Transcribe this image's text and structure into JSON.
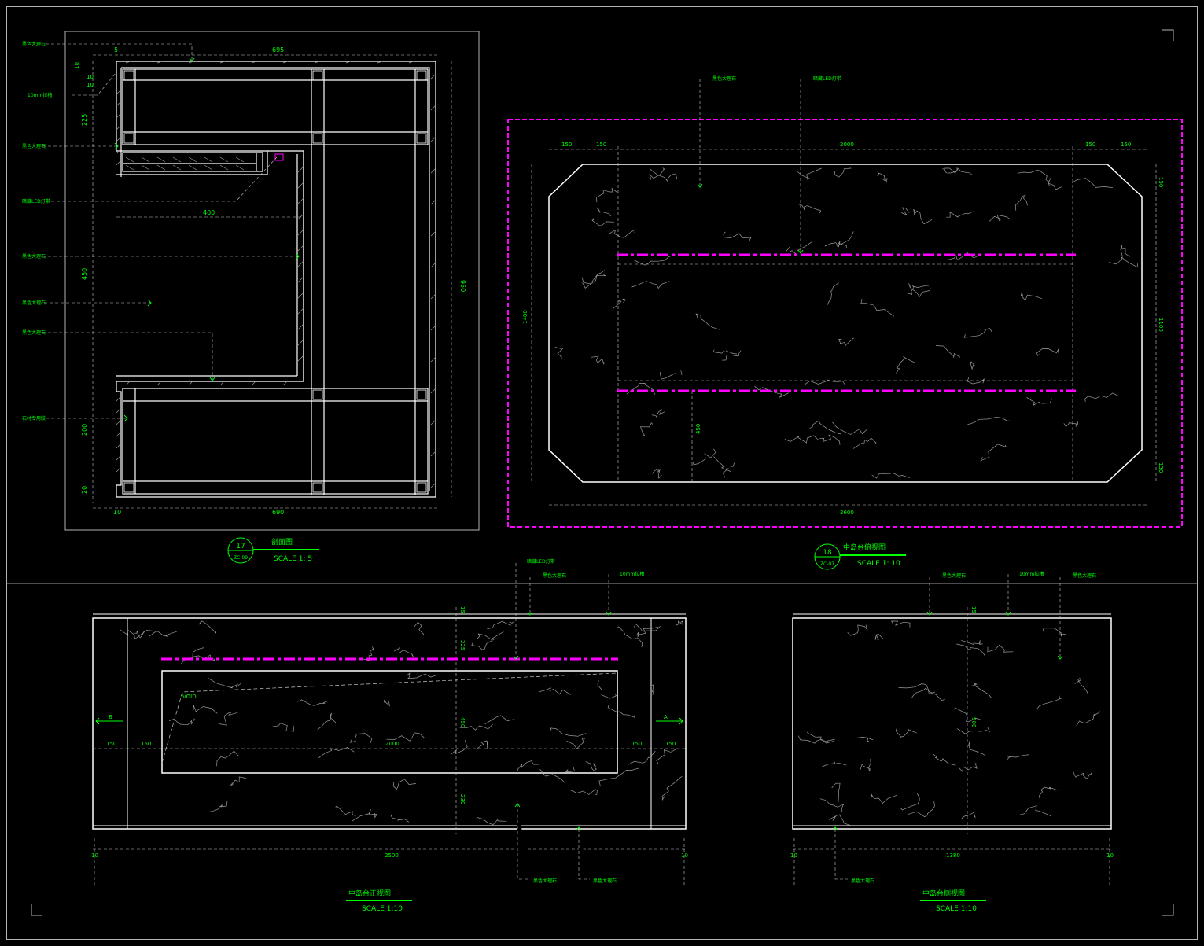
{
  "colors": {
    "background": "#000000",
    "line": "#ffffff",
    "annotation": "#00ff00",
    "led": "#ff00ff",
    "dimension": "#c8c8c8",
    "vein": "#9a9a9a"
  },
  "section": {
    "title": "剖面图",
    "number": "17",
    "sheet": "ZC-09",
    "scale": "SCALE 1: 5",
    "dims": {
      "top_small": "5",
      "top": "695",
      "bottom_left": "10",
      "bottom": "690",
      "right": "950",
      "left_a": "225",
      "left_b": "450",
      "left_c": "200",
      "left_d": "20",
      "left_top_a": "10",
      "left_top_b": "10",
      "left_top_c": "10",
      "inner": "400"
    },
    "labels": [
      "黑色大理石",
      "10mm拉槽",
      "黑色大理石",
      "暗藏LED灯带",
      "黑色大理石",
      "黑色大理石",
      "黑色大理石",
      "石材专用胶"
    ]
  },
  "top_view": {
    "title": "中岛台俯视图",
    "number": "18",
    "sheet": "ZC-07",
    "scale": "SCALE 1: 10",
    "dims": {
      "top": [
        "150",
        "150",
        "2000",
        "150",
        "150"
      ],
      "bottom": "2600",
      "left": "1400",
      "right": [
        "150",
        "1100",
        "150"
      ],
      "inner": "450"
    },
    "labels": [
      "黑色大理石",
      "暗藏LED灯带"
    ]
  },
  "front_view": {
    "title": "中岛台正视图",
    "scale": "SCALE 1:10",
    "dims": {
      "horizontal": [
        "150",
        "150",
        "2000",
        "150",
        "150"
      ],
      "bottom": "2500",
      "bottom_left": "10",
      "bottom_right": "10",
      "vertical": [
        "15",
        "225",
        "450",
        "230"
      ],
      "void": "VOID"
    },
    "labels_top": [
      "暗藏LED灯带",
      "黑色大理石",
      "10mm拉槽"
    ],
    "labels_bottom": [
      "黑色大理石",
      "黑色大理石"
    ],
    "markers": [
      "B",
      "A"
    ]
  },
  "side_view": {
    "title": "中岛台侧视图",
    "scale": "SCALE 1:10",
    "dims": {
      "bottom": "1380",
      "bottom_left": "10",
      "bottom_right": "10",
      "vertical": [
        "15",
        "900"
      ]
    },
    "labels_top": [
      "黑色大理石",
      "10mm拉槽",
      "黑色大理石"
    ],
    "labels_bottom": [
      "黑色大理石"
    ]
  }
}
